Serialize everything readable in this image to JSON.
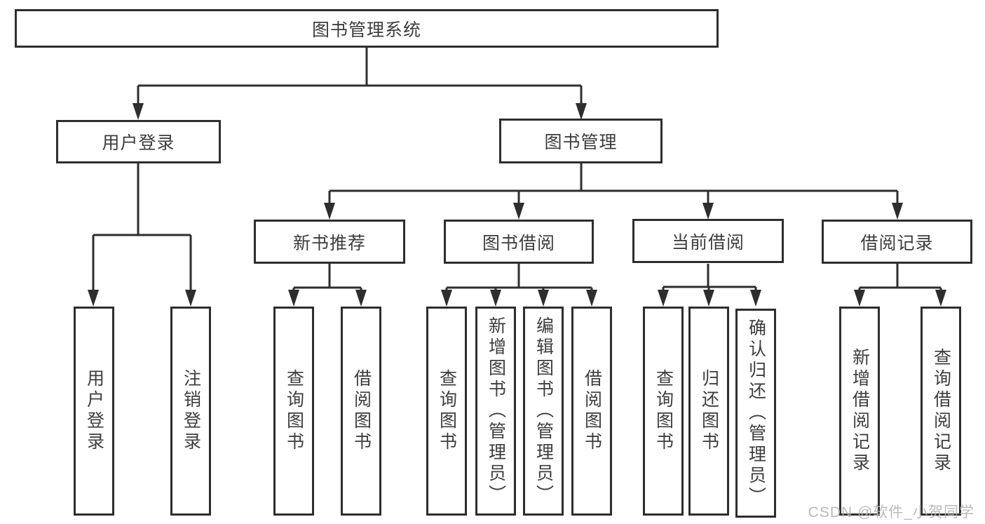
{
  "colors": {
    "line": "#2e2e2e",
    "box_border": "#2e2e2e",
    "text": "#3d3d3d",
    "background": "#ffffff",
    "watermark": "#b2b2b2"
  },
  "root": {
    "label": "图书管理系统"
  },
  "branches": [
    {
      "label": "用户登录",
      "children": [
        {
          "label": "用户登录"
        },
        {
          "label": "注销登录"
        }
      ]
    },
    {
      "label": "图书管理",
      "children": [
        {
          "label": "新书推荐",
          "children": [
            {
              "label": "查询图书"
            },
            {
              "label": "借阅图书"
            }
          ]
        },
        {
          "label": "图书借阅",
          "children": [
            {
              "label": "查询图书"
            },
            {
              "label": "新增图书（管理员）"
            },
            {
              "label": "编辑图书（管理员）"
            },
            {
              "label": "借阅图书"
            }
          ]
        },
        {
          "label": "当前借阅",
          "children": [
            {
              "label": "查询图书"
            },
            {
              "label": "归还图书"
            },
            {
              "label": "确认归还（管理员）"
            }
          ]
        },
        {
          "label": "借阅记录",
          "children": [
            {
              "label": "新增借阅记录"
            },
            {
              "label": "查询借阅记录"
            }
          ]
        }
      ]
    }
  ],
  "watermark": "CSDN @软件_小贺同学"
}
